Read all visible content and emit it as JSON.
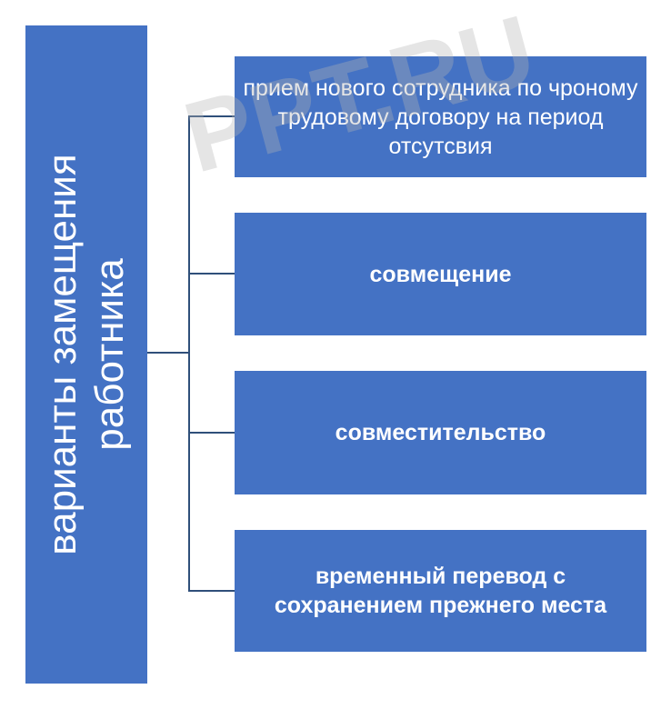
{
  "root": {
    "line1": "варианты замещения",
    "line2": "работника"
  },
  "options": [
    {
      "text": "прием нового сотрудника по чроному трудовому договору на период отсутсвия"
    },
    {
      "text": "совмещение"
    },
    {
      "text": "совместительство"
    },
    {
      "text": "временный перевод с сохранением прежнего места"
    }
  ],
  "watermark": "PPT.RU",
  "colors": {
    "box": "#4472c4",
    "connector": "#2f4f7a"
  }
}
